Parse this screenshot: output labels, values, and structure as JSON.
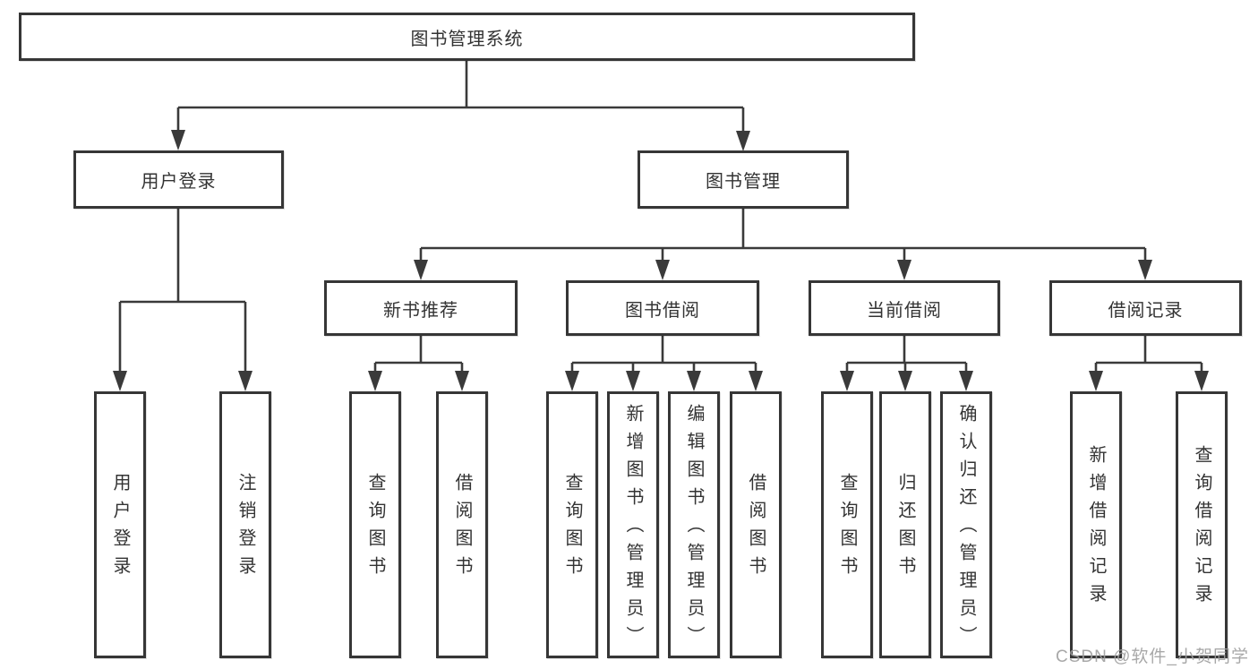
{
  "colors": {
    "line": "#3a3a3a",
    "box_border": "#363636",
    "text": "#333333",
    "watermark": "#9e9e9e",
    "background": "#ffffff"
  },
  "watermark": {
    "text": "CSDN @软件_小贺同学"
  },
  "tree": {
    "label": "图书管理系统",
    "children": [
      {
        "label": "用户登录",
        "children": [
          {
            "label": "用户登录"
          },
          {
            "label": "注销登录"
          }
        ]
      },
      {
        "label": "图书管理",
        "children": [
          {
            "label": "新书推荐",
            "children": [
              {
                "label": "查询图书"
              },
              {
                "label": "借阅图书"
              }
            ]
          },
          {
            "label": "图书借阅",
            "children": [
              {
                "label": "查询图书"
              },
              {
                "label": "新增图书（管理员）"
              },
              {
                "label": "编辑图书（管理员）"
              },
              {
                "label": "借阅图书"
              }
            ]
          },
          {
            "label": "当前借阅",
            "children": [
              {
                "label": "查询图书"
              },
              {
                "label": "归还图书"
              },
              {
                "label": "确认归还（管理员）"
              }
            ]
          },
          {
            "label": "借阅记录",
            "children": [
              {
                "label": "新增借阅记录"
              },
              {
                "label": "查询借阅记录"
              }
            ]
          }
        ]
      }
    ]
  }
}
